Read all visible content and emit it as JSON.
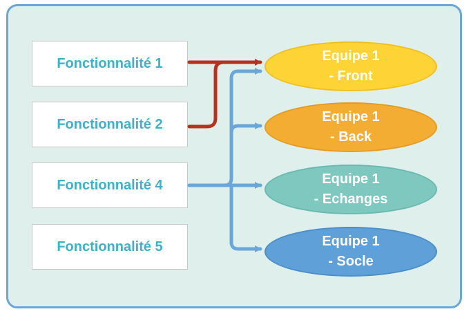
{
  "features": [
    {
      "label": "Fonctionnalité 1"
    },
    {
      "label": "Fonctionnalité 2"
    },
    {
      "label": "Fonctionnalité 4"
    },
    {
      "label": "Fonctionnalité 5"
    }
  ],
  "teams": [
    {
      "line1": "Equipe 1",
      "line2": "- Front",
      "color": "#fdd335",
      "border": "#f0c020"
    },
    {
      "line1": "Equipe 1",
      "line2": "- Back",
      "color": "#f4ad33",
      "border": "#e49b20"
    },
    {
      "line1": "Equipe 1",
      "line2": "- Echanges",
      "color": "#7ec8c0",
      "border": "#6ab8b0"
    },
    {
      "line1": "Equipe 1",
      "line2": "- Socle",
      "color": "#5fa0d8",
      "border": "#4b8dc8"
    }
  ],
  "colors": {
    "red_connector": "#b5321f",
    "blue_connector": "#6aa6d8",
    "feature_text": "#3cb2c8",
    "background": "#dff0ec"
  }
}
